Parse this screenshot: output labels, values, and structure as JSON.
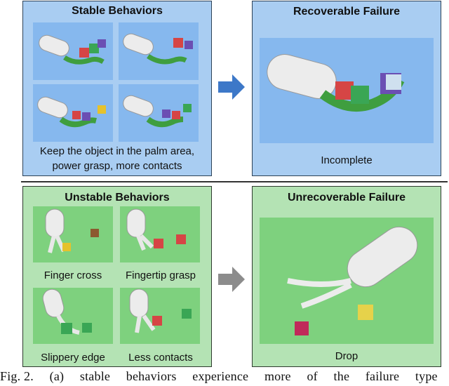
{
  "colors": {
    "blue_panel": "#a9cdf2",
    "blue_panel_border": "#2d4257",
    "blue_tile": "#86b8ee",
    "green_panel": "#b4e3b4",
    "green_tile": "#7ed17e",
    "blue_arrow": "#3d78c8",
    "gray_arrow": "#8c8c8c"
  },
  "stable": {
    "title": "Stable Behaviors",
    "caption_line1": "Keep the object in the palm area,",
    "caption_line2": "power grasp, more contacts"
  },
  "recoverable": {
    "title": "Recoverable Failure",
    "caption": "Incomplete"
  },
  "unstable": {
    "title": "Unstable Behaviors",
    "tiles": [
      "Finger cross",
      "Fingertip grasp",
      "Slippery edge",
      "Less contacts"
    ]
  },
  "unrecoverable": {
    "title": "Unrecoverable Failure",
    "caption": "Drop"
  },
  "figure_caption": {
    "label": "Fig. 2.",
    "text_parts": [
      "(a)",
      "stable",
      "behaviors",
      "experience",
      "more",
      "of",
      "the",
      "failure",
      "type"
    ]
  }
}
